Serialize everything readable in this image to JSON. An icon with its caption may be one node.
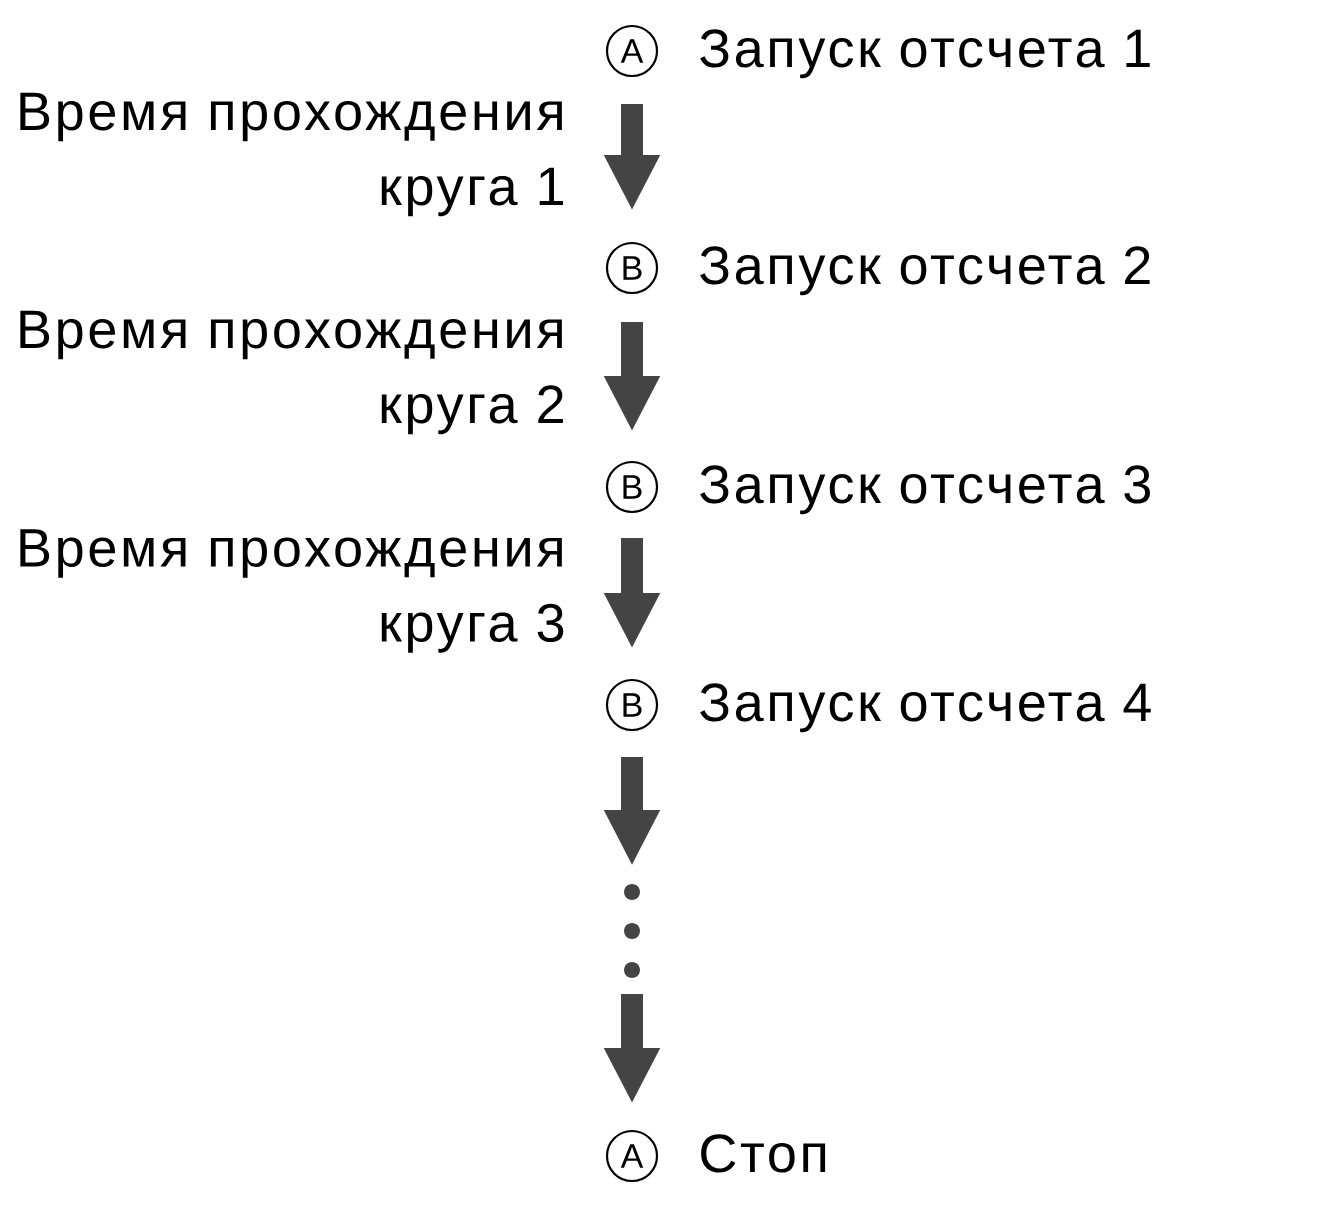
{
  "diagram": {
    "nodes": [
      {
        "text": [
          "A"
        ],
        "beside": [
          "Запуск отсчета 1"
        ]
      },
      {
        "text": [
          "B"
        ],
        "beside": [
          "Запуск отсчета 2"
        ]
      },
      {
        "text": [
          "B"
        ],
        "beside": [
          "Запуск отсчета 3"
        ]
      },
      {
        "text": [
          "B"
        ],
        "beside": [
          "Запуск отсчета 4"
        ]
      },
      {
        "text": [],
        "shape": "dots"
      },
      {
        "text": [
          "A"
        ],
        "beside": [
          "Стоп"
        ]
      }
    ],
    "edges": [
      {
        "from": 0,
        "to": 1,
        "arrow": "to",
        "label": "Время прохождения круга 1"
      },
      {
        "from": 1,
        "to": 2,
        "arrow": "to",
        "label": "Время прохождения круга 2"
      },
      {
        "from": 2,
        "to": 3,
        "arrow": "to",
        "label": "Время прохождения круга 3"
      },
      {
        "from": 3,
        "to": 4,
        "arrow": "to"
      },
      {
        "from": 4,
        "to": 5,
        "arrow": "to"
      }
    ]
  }
}
